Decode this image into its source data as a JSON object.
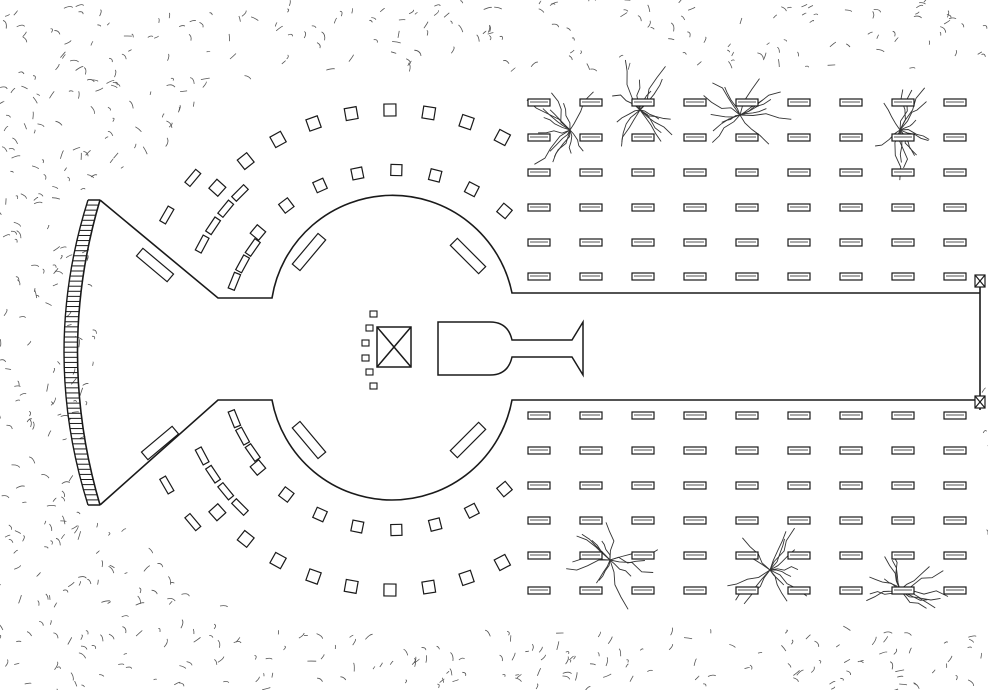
{
  "drawing": {
    "kind": "hand-drawn site plan",
    "colors": {
      "ink": "#1a1a1a",
      "paper": "#ffffff",
      "foliage": "#555555"
    },
    "counts": {
      "bench_rows_per_side": 6,
      "benches_per_row": 9,
      "chair_arcs_per_side": 2,
      "stage_seats": 6
    }
  }
}
